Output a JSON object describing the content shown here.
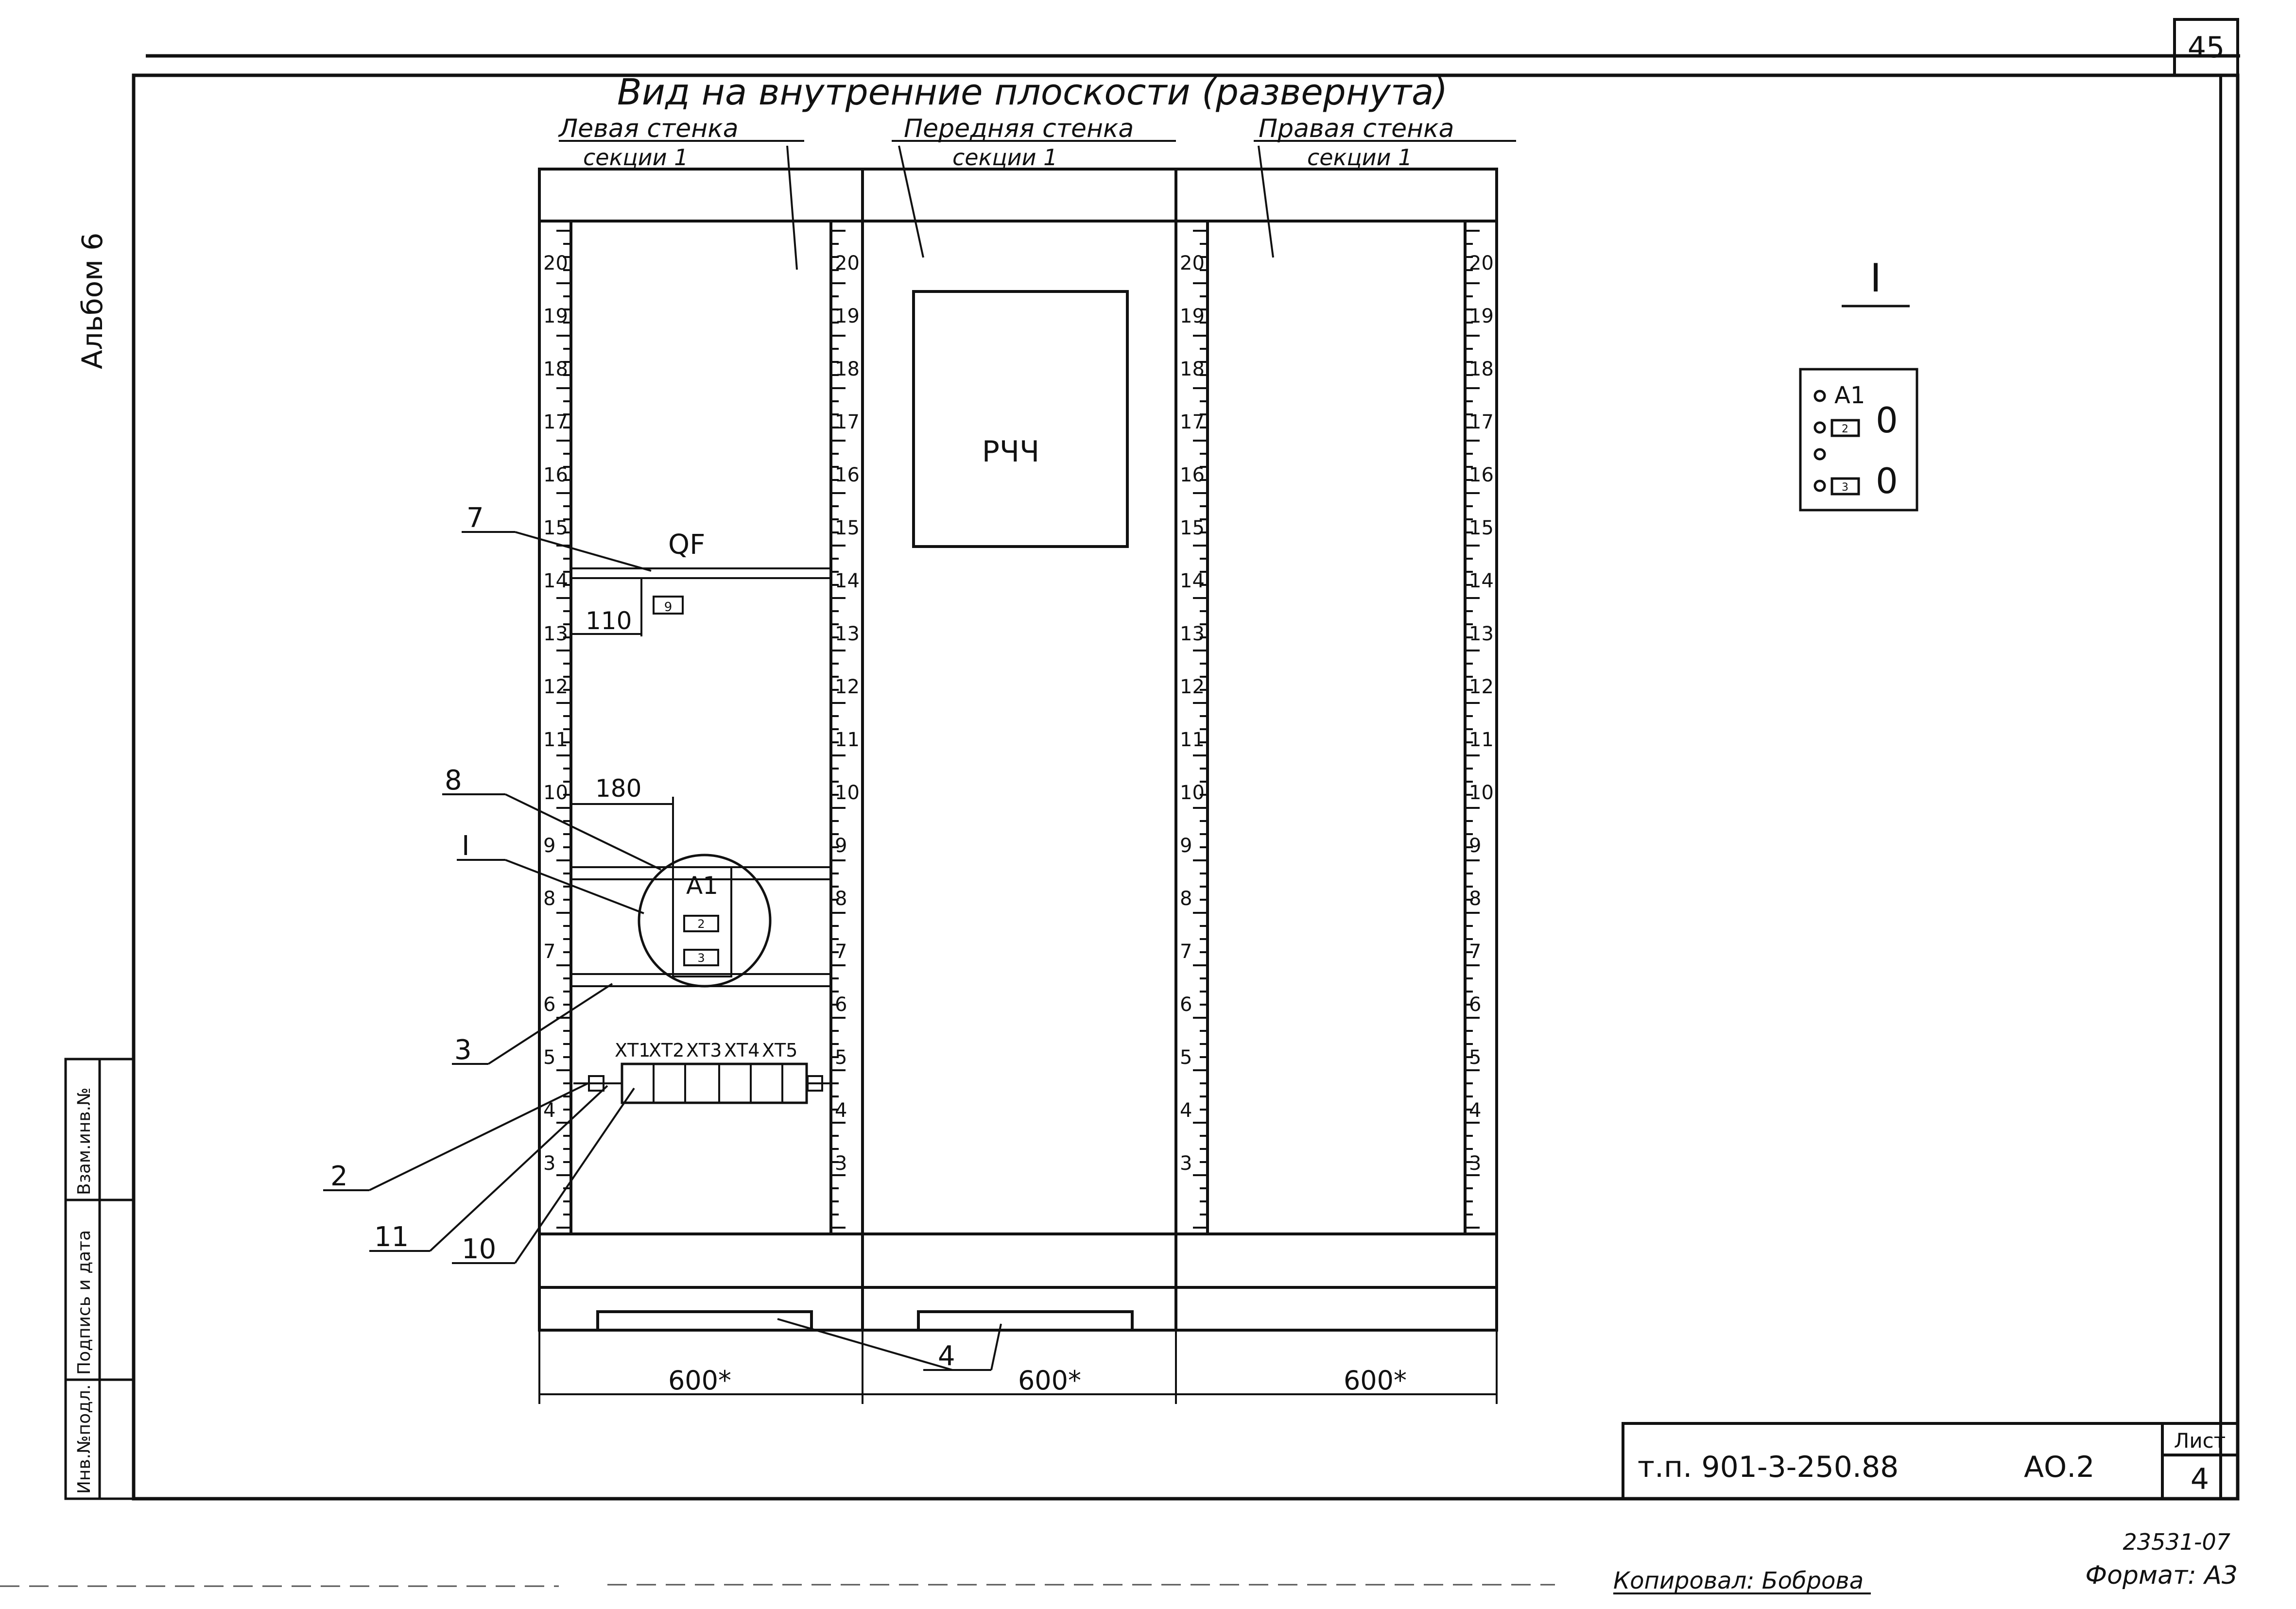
{
  "sheet_number_top": "45",
  "album_label": "Альбом 6",
  "title": "Вид на внутренние плоскости (развернута)",
  "panels": {
    "left": [
      "Левая стенка",
      "секции 1"
    ],
    "front": [
      "Передняя стенка",
      "секции 1"
    ],
    "right": [
      "Правая стенка",
      "секции 1"
    ]
  },
  "scale_ticks": [
    "20",
    "19",
    "18",
    "17",
    "16",
    "15",
    "14",
    "13",
    "12",
    "11",
    "10",
    "9",
    "8",
    "7",
    "6",
    "5",
    "4",
    "3"
  ],
  "device_box_label": "РЧЧ",
  "qf_label": "QF",
  "qf_small_label": "9",
  "dim_110": "110",
  "dim_180": "180",
  "a1_label": "А1",
  "a1_cell_1": "2",
  "a1_cell_2": "3",
  "terminals": [
    "ХТ1",
    "ХТ2",
    "ХТ3",
    "ХТ4",
    "ХТ5"
  ],
  "callouts": {
    "c7": "7",
    "c8": "8",
    "cI": "I",
    "c3": "3",
    "c2": "2",
    "c11": "11",
    "c10": "10",
    "c4": "4"
  },
  "widths": [
    "600*",
    "600*",
    "600*"
  ],
  "detail": {
    "title": "I",
    "a1_label": "А1",
    "cell_1": "2",
    "cell_2": "3",
    "zero_1": "0",
    "zero_2": "0"
  },
  "side_stamp": [
    "Инв.№подл.",
    "Подпись и дата",
    "Взам.инв.№"
  ],
  "title_block": {
    "code": "т.п. 901-3-250.88",
    "section": "АО.2",
    "sheet_label": "Лист",
    "sheet_value": "4"
  },
  "footer": {
    "copied_by": "Копировал: Боброва",
    "doc_number": "23531-07",
    "format": "Формат: А3"
  }
}
